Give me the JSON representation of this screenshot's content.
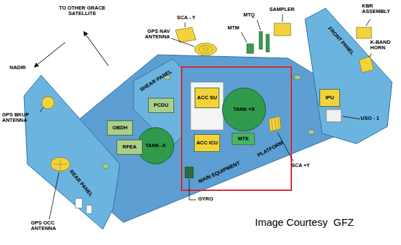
{
  "diagram": {
    "caption": "Image Courtesy  GFZ",
    "nodes": [
      {
        "text": [
          "PCDU"
        ]
      },
      {
        "text": [
          "TANK -X"
        ]
      },
      {
        "text": [
          "ACC SU"
        ]
      },
      {
        "text": [
          "TANK +X"
        ]
      },
      {
        "text": [
          "ACC ICU"
        ]
      },
      {
        "text": [
          "MTE"
        ]
      },
      {
        "text": [
          "OBDH"
        ]
      },
      {
        "text": [
          "RFEA"
        ]
      },
      {
        "text": [
          "IPU"
        ]
      }
    ],
    "labels": [
      "TO OTHER GRACE SATELLITE",
      "NADIR",
      "GPS NAV ANTENNA",
      "SCA - Y",
      "SAMPLER",
      "KBR ASSEMBLY",
      "MTQ",
      "MTM",
      "FRONT PANEL",
      "K-BAND HORN",
      "USO - 1",
      "SHEAR PANEL",
      "MAIN EQUIPMENT",
      "PLATFORM",
      "SCA +Y",
      "GYRO",
      "GPS BKUP ANTENNA",
      "REAR PANEL",
      "GPS OCC ANTENNA"
    ]
  }
}
